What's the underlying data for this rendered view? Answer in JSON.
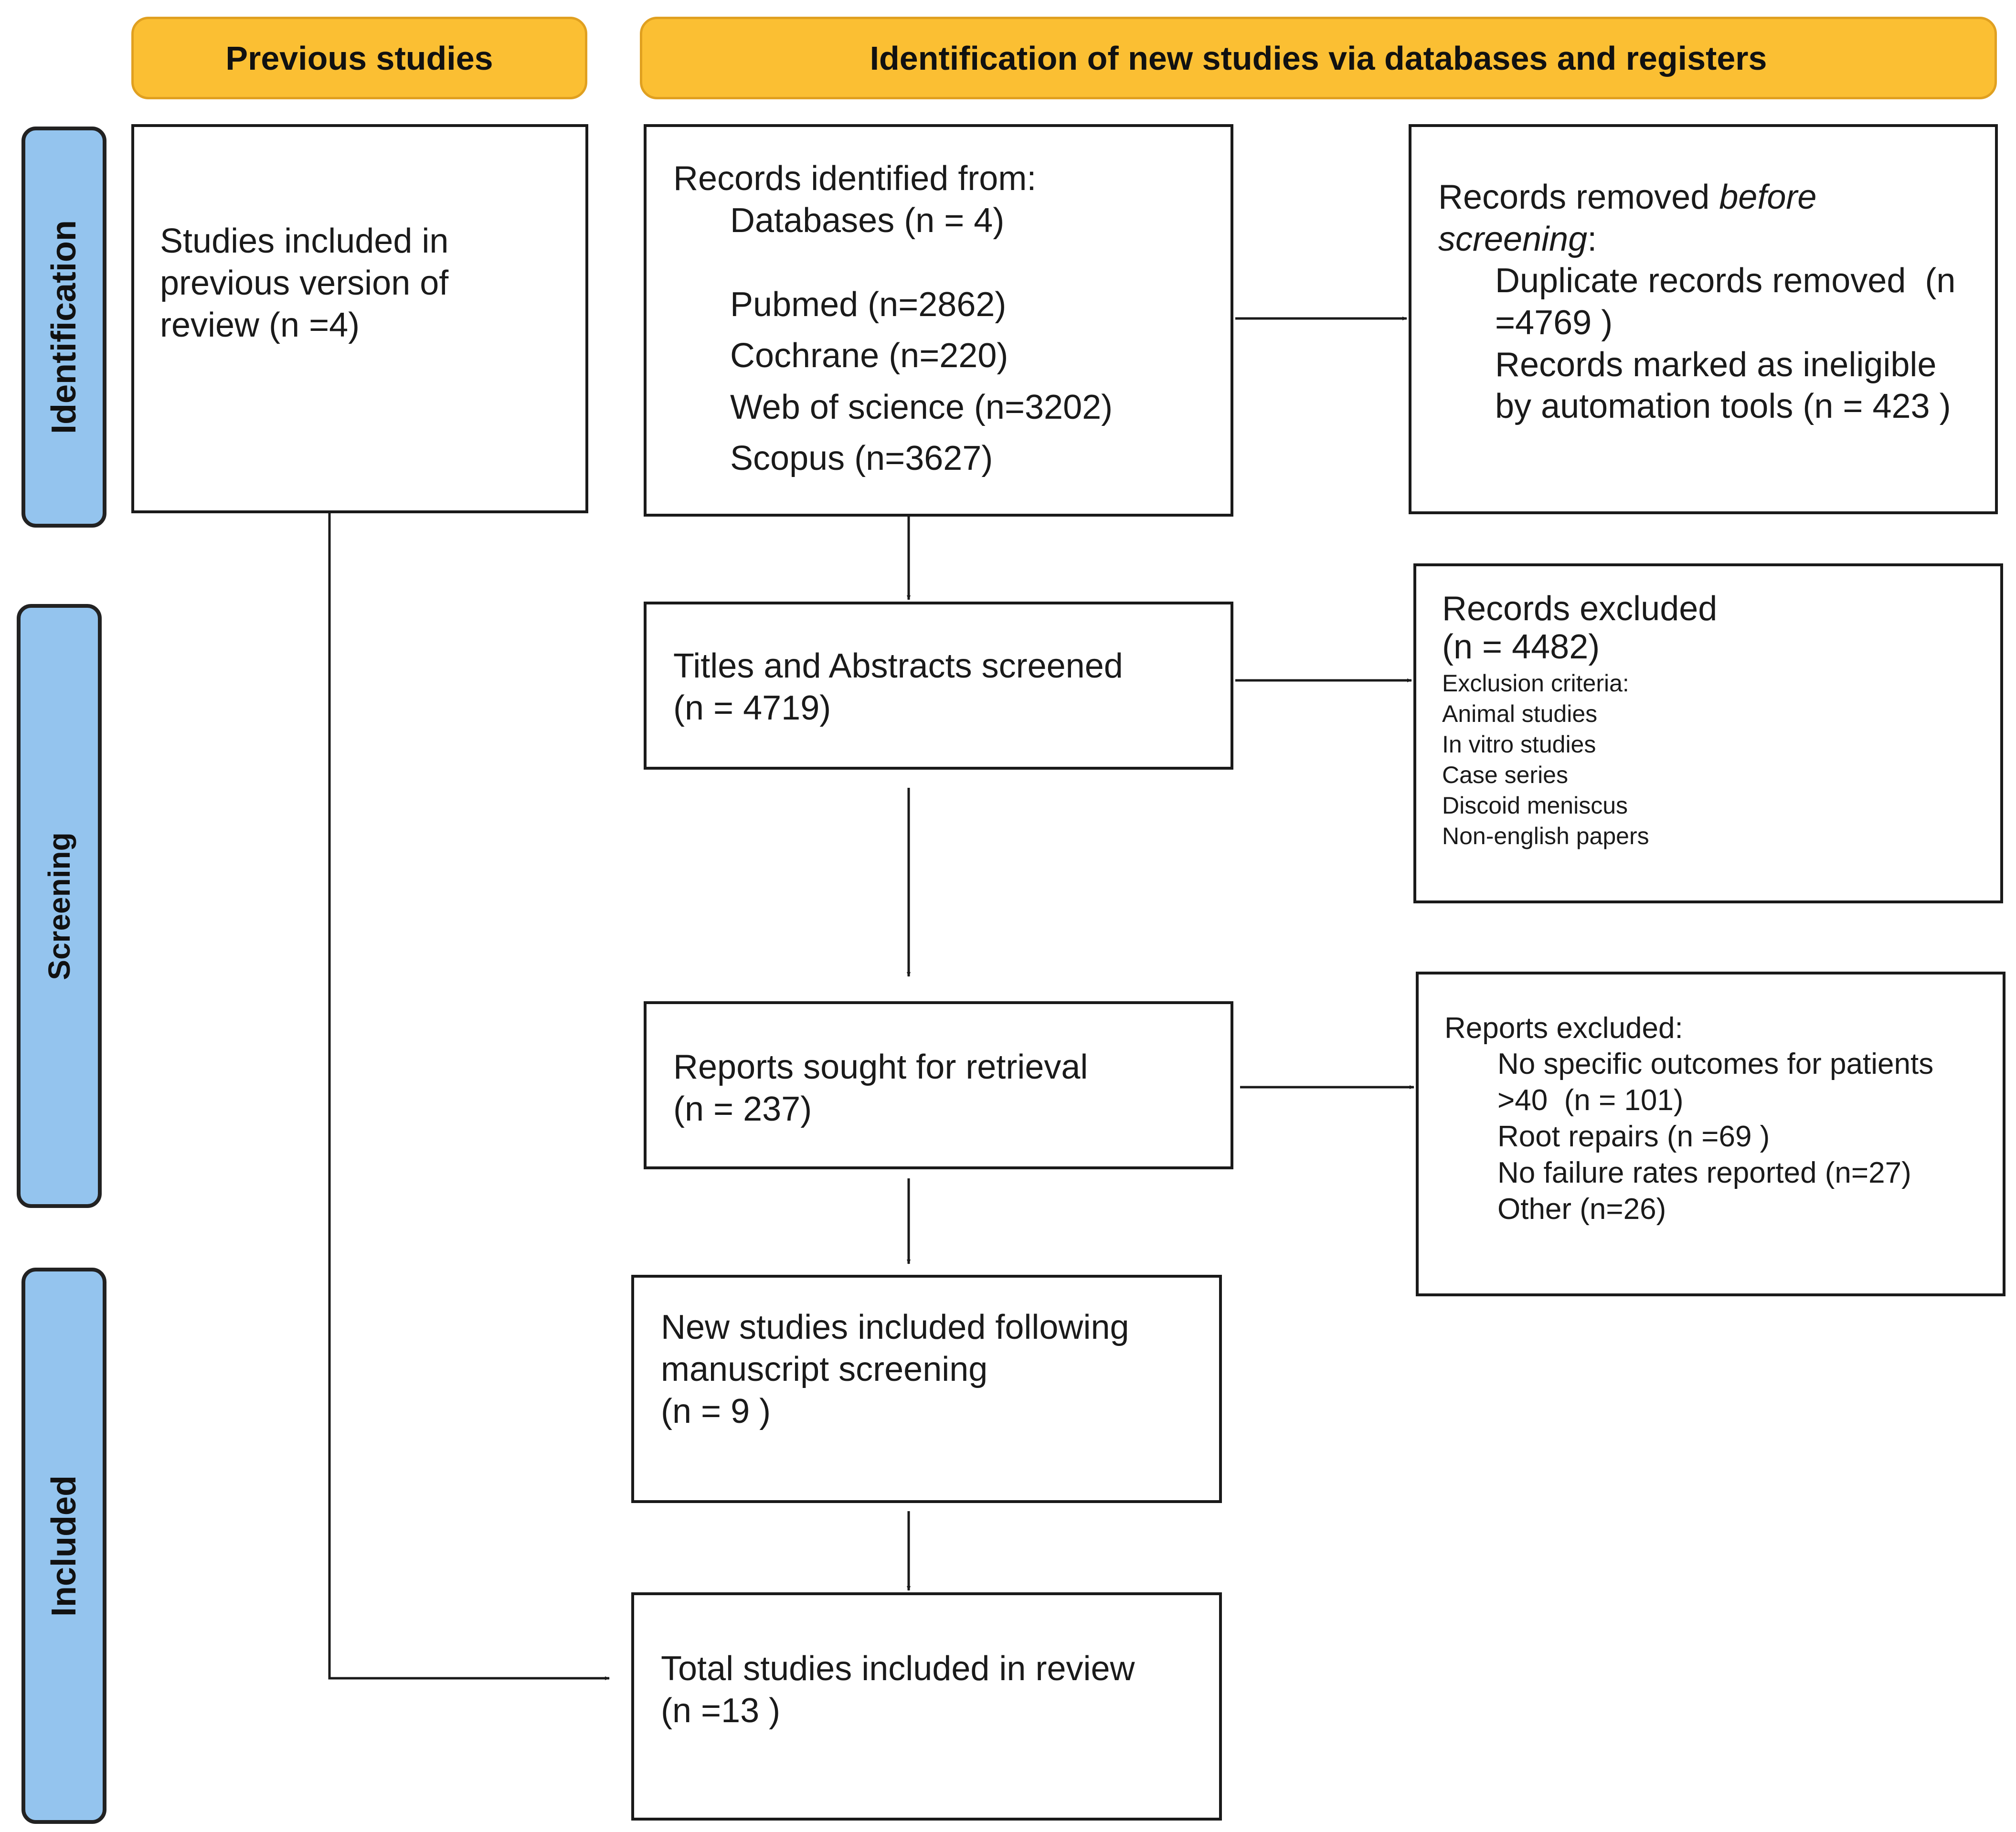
{
  "headers": {
    "previous": "Previous studies",
    "identification": "Identification of new studies via databases and registers"
  },
  "phases": {
    "identification": "Identification",
    "screening": "Screening",
    "included": "Included"
  },
  "previous_box": {
    "line1": "Studies included in",
    "line2": "previous version of",
    "line3": "review (n =4)"
  },
  "records_identified": {
    "heading": "Records identified from:",
    "databases": "Databases (n = 4)",
    "pubmed": "Pubmed (n=2862)",
    "cochrane": "Cochrane (n=220)",
    "web_of_science": "Web of science (n=3202)",
    "scopus": "Scopus (n=3627)"
  },
  "records_removed": {
    "line1_pre": "Records removed ",
    "line1_em": "before",
    "line2_em": "screening",
    "line2_post": ":",
    "dup1": "Duplicate records removed  (n",
    "dup2": "=4769 )",
    "auto1": "Records marked as ineligible",
    "auto2": "by automation tools (n = 423 )"
  },
  "titles_screened": {
    "line1": "Titles and Abstracts screened",
    "line2": "(n = 4719)"
  },
  "records_excluded": {
    "line1": "Records excluded",
    "line2": "(n = 4482)",
    "criteria_heading": "Exclusion criteria:",
    "criteria": [
      "Animal studies",
      "In vitro studies",
      "Case series",
      "Discoid meniscus",
      "Non-english papers"
    ]
  },
  "reports_sought": {
    "line1": "Reports sought for retrieval",
    "line2": "(n = 237)"
  },
  "reports_excluded": {
    "heading": "Reports excluded:",
    "item1a": "No specific outcomes for patients",
    "item1b": ">40  (n = 101)",
    "item2": "Root repairs (n =69 )",
    "item3": "No failure rates reported (n=27)",
    "item4": "Other (n=26)"
  },
  "new_studies": {
    "line1": "New studies included following",
    "line2": "manuscript screening",
    "line3": "(n = 9 )"
  },
  "total_studies": {
    "line1": "Total studies included in review",
    "line2": "(n =13 )"
  },
  "colors": {
    "header_fill": "#fbbf33",
    "phase_fill": "#94c4ee",
    "line": "#1a1a1a"
  }
}
